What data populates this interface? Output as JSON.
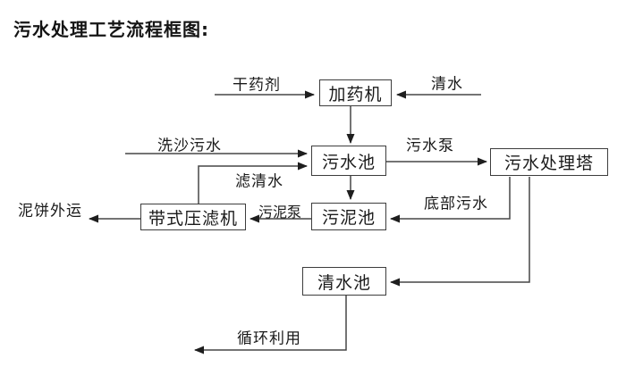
{
  "title": "污水处理工艺流程框图:",
  "nodes": {
    "dosing_machine": {
      "label": "加药机"
    },
    "sewage_pool": {
      "label": "污水池"
    },
    "sewage_treatment_tower": {
      "label": "污水处理塔"
    },
    "sludge_pool": {
      "label": "污泥池"
    },
    "belt_filter_press": {
      "label": "带式压滤机"
    },
    "clean_water_pool": {
      "label": "清水池"
    }
  },
  "edge_labels": {
    "dry_chemical": "干药剂",
    "clean_water": "清水",
    "sand_washing_sewage": "洗沙污水",
    "filtered_water": "滤清水",
    "sewage_pump": "污水泵",
    "sludge_pump": "污泥泵",
    "bottom_sewage": "底部污水",
    "mud_cake_outbound": "泥饼外运",
    "recycling": "循环利用"
  },
  "flows": [
    {
      "from": "干药剂",
      "to": "加药机"
    },
    {
      "from": "清水",
      "to": "加药机"
    },
    {
      "from": "加药机",
      "to": "污水池"
    },
    {
      "from": "洗沙污水",
      "to": "污水池"
    },
    {
      "from": "带式压滤机",
      "to": "污水池",
      "label": "滤清水"
    },
    {
      "from": "污水池",
      "to": "污水处理塔",
      "label": "污水泵"
    },
    {
      "from": "污水池",
      "to": "污泥池"
    },
    {
      "from": "污水处理塔",
      "to": "污泥池",
      "label": "底部污水"
    },
    {
      "from": "污泥池",
      "to": "带式压滤机",
      "label": "污泥泵"
    },
    {
      "from": "带式压滤机",
      "to": "泥饼外运"
    },
    {
      "from": "污水处理塔",
      "to": "清水池"
    },
    {
      "from": "清水池",
      "to": "循环利用"
    }
  ],
  "colors": {
    "background": "#ffffff",
    "line": "#464646",
    "arrowhead": "#1e1e1e",
    "text": "#1a1a1a",
    "box_border": "#3d3d3d"
  }
}
